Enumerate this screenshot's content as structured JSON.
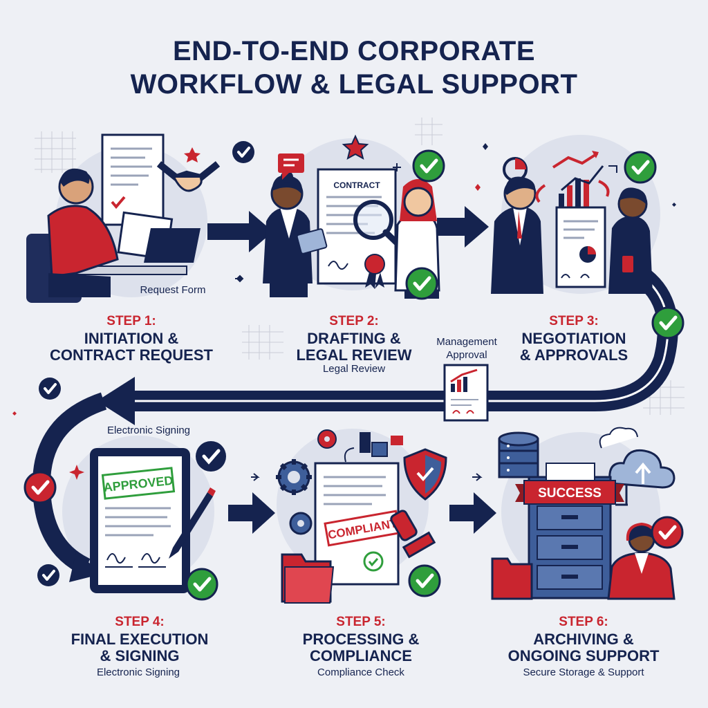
{
  "title": {
    "line1": "END-TO-END CORPORATE",
    "line2": "WORKFLOW & LEGAL SUPPORT"
  },
  "steps": [
    {
      "label": "STEP 1:",
      "name_line1": "INITIATION &",
      "name_line2": "CONTRACT REQUEST",
      "caption": "Request Form"
    },
    {
      "label": "STEP 2:",
      "name_line1": "DRAFTING &",
      "name_line2": "LEGAL REVIEW",
      "caption": "Legal Review",
      "doc_title": "CONTRACT"
    },
    {
      "label": "STEP 3:",
      "name_line1": "NEGOTIATION",
      "name_line2": "& APPROVALS"
    },
    {
      "label": "STEP 4:",
      "name_line1": "FINAL EXECUTION",
      "name_line2": "& SIGNING",
      "caption": "Electronic Signing",
      "stamp": "APPROVED"
    },
    {
      "label": "STEP 5:",
      "name_line1": "PROCESSING &",
      "name_line2": "COMPLIANCE",
      "caption": "Compliance Check",
      "stamp": "COMPLIANT"
    },
    {
      "label": "STEP 6:",
      "name_line1": "ARCHIVING &",
      "name_line2": "ONGOING SUPPORT",
      "caption": "Secure Storage & Support",
      "banner": "SUCCESS"
    }
  ],
  "connector_labels": {
    "management_line1": "Management",
    "management_line2": "Approval",
    "electronic_signing": "Electronic Signing"
  },
  "colors": {
    "navy": "#15234f",
    "red": "#c9252f",
    "green": "#2f9e3c",
    "background": "#eef0f5"
  }
}
